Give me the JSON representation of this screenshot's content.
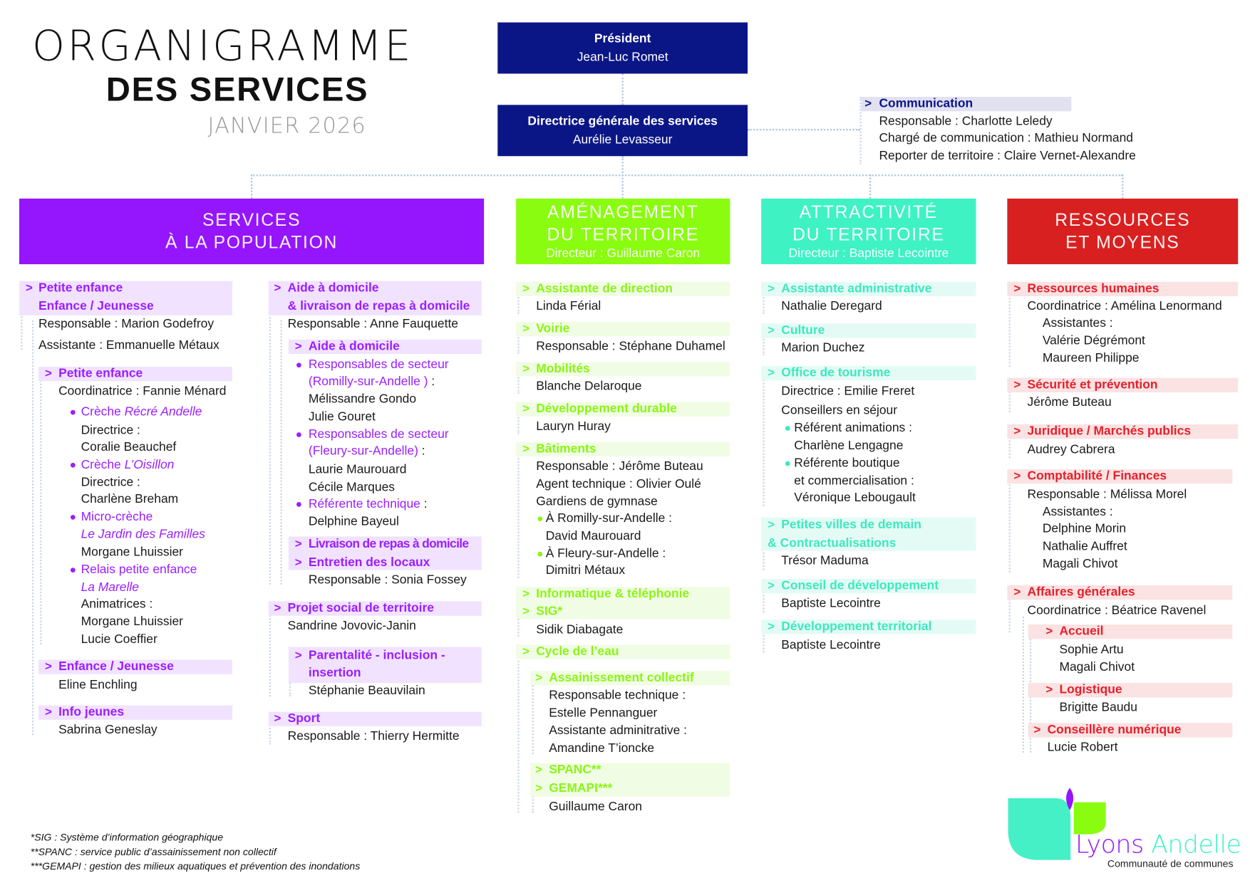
{
  "title": {
    "line1": "ORGANIGRAMME",
    "line2": "DES SERVICES",
    "date": "JANVIER 2026"
  },
  "president": {
    "role": "Président",
    "name": "Jean-Luc Romet"
  },
  "dgs": {
    "role": "Directrice générale des services",
    "name": "Aurélie Levasseur"
  },
  "communication": {
    "title": "Communication",
    "lines": [
      "Responsable : Charlotte Leledy",
      "Chargé de communication : Mathieu Normand",
      "Reporter de territoire : Claire Vernet-Alexandre"
    ]
  },
  "poles": [
    {
      "line1": "SERVICES",
      "line2": "À LA POPULATION"
    },
    {
      "line1": "AMÉNAGEMENT",
      "line2": "DU TERRITOIRE",
      "director": "Directeur : Guillaume Caron"
    },
    {
      "line1": "ATTRACTIVITÉ",
      "line2": "DU TERRITOIRE",
      "director": "Directeur : Baptiste Lecointre"
    },
    {
      "line1": "RESSOURCES",
      "line2": "ET MOYENS"
    }
  ],
  "colors": {
    "navy": "#0b1686",
    "population": "#9515fd",
    "amenagement": "#8afc10",
    "attractivite": "#3ef2c4",
    "ressources": "#d92020"
  },
  "c1": [
    "Petite enfance",
    "Enfance / Jeunesse",
    "Responsable : Marion Godefroy",
    "Assistante : Emmanuelle Métaux",
    "Petite enfance",
    "Coordinatrice : Fannie Ménard",
    "Crèche ",
    "Récré Andelle",
    "Directrice :",
    "Coralie Beauchef",
    "Crèche ",
    "L’Oisillon",
    "Directrice :",
    "Charlène Breham",
    "Micro-crèche",
    "Le Jardin des Familles",
    "Morgane Lhuissier",
    "Relais petite enfance",
    "La Marelle",
    "Animatrices :",
    "Morgane Lhuissier",
    "Lucie Coeffier",
    "Enfance / Jeunesse",
    "Eline Enchling",
    "Info jeunes",
    "Sabrina Geneslay"
  ],
  "c2": [
    "Aide à domicile",
    "& livraison de repas à domicile",
    "Responsable : Anne Fauquette",
    "Aide à domicile",
    "Responsables de secteur",
    "(Romilly-sur-Andelle )",
    " :",
    "Mélissandre Gondo",
    "Julie Gouret",
    "Responsables de secteur",
    "(Fleury-sur-Andelle)",
    " :",
    "Laurie Maurouard",
    "Cécile Marques",
    "Référente technique",
    " :",
    "Delphine Bayeul",
    "Livraison de repas à domicile",
    "Entretien des locaux",
    "Responsable : Sonia Fossey",
    "Projet social de territoire",
    "Sandrine Jovovic-Janin",
    "Parentalité - inclusion -",
    "insertion",
    "Stéphanie Beauvilain",
    "Sport",
    "Responsable : Thierry Hermitte"
  ],
  "c3": [
    "Assistante de direction",
    "Linda Férial",
    "Voirie",
    "Responsable : Stéphane Duhamel",
    "Mobilités",
    "Blanche Delaroque",
    "Développement durable",
    "Lauryn Huray",
    "Bâtiments",
    "Responsable : Jérôme Buteau",
    "Agent technique : Olivier Oulé",
    "Gardiens de gymnase",
    "À Romilly-sur-Andelle :",
    "David Maurouard",
    "À Fleury-sur-Andelle :",
    "Dimitri Métaux",
    "Informatique & téléphonie",
    "SIG*",
    "Sidik Diabagate",
    "Cycle de l’eau",
    "Assainissement collectif",
    "Responsable technique :",
    "Estelle Pennanguer",
    "Assistante adminitrative :",
    "Amandine T’ioncke",
    "SPANC**",
    "GEMAPI***",
    "Guillaume Caron"
  ],
  "c4": [
    "Assistante administrative",
    "Nathalie Deregard",
    "Culture",
    "Marion Duchez",
    "Office de tourisme",
    "Directrice : Emilie Freret",
    "Conseillers en séjour",
    "Référent animations :",
    "Charlène Lengagne",
    "Référente boutique",
    "et commercialisation :",
    "Véronique Lebougault",
    "Petites villes de demain",
    "& Contractualisations",
    "Trésor Maduma",
    "Conseil de développement",
    "Baptiste Lecointre",
    "Développement territorial",
    "Baptiste Lecointre"
  ],
  "c5": [
    "Ressources humaines",
    "Coordinatrice : Amélina Lenormand",
    "Assistantes :",
    "Valérie Dégrémont",
    "Maureen Philippe",
    "Sécurité et prévention",
    "Jérôme Buteau",
    "Juridique / Marchés publics",
    "Audrey Cabrera",
    "Comptabilité / Finances",
    "Responsable : Mélissa Morel",
    "Assistantes :",
    "Delphine Morin",
    "Nathalie Auffret",
    "Magali Chivot",
    "Affaires générales",
    "Coordinatrice : Béatrice Ravenel",
    "Accueil",
    "Sophie Artu",
    "Magali Chivot",
    "Logistique",
    "Brigitte Baudu",
    "Conseillère numérique",
    "Lucie Robert"
  ],
  "footnotes": [
    "*SIG : Système d’information géographique",
    "**SPANC : service public d’assainissement non collectif",
    "***GEMAPI : gestion des milieux aquatiques et prévention des inondations"
  ],
  "logo": {
    "name1": "Lyons",
    "name2": "Andelle",
    "tagline": "Communauté de communes"
  }
}
